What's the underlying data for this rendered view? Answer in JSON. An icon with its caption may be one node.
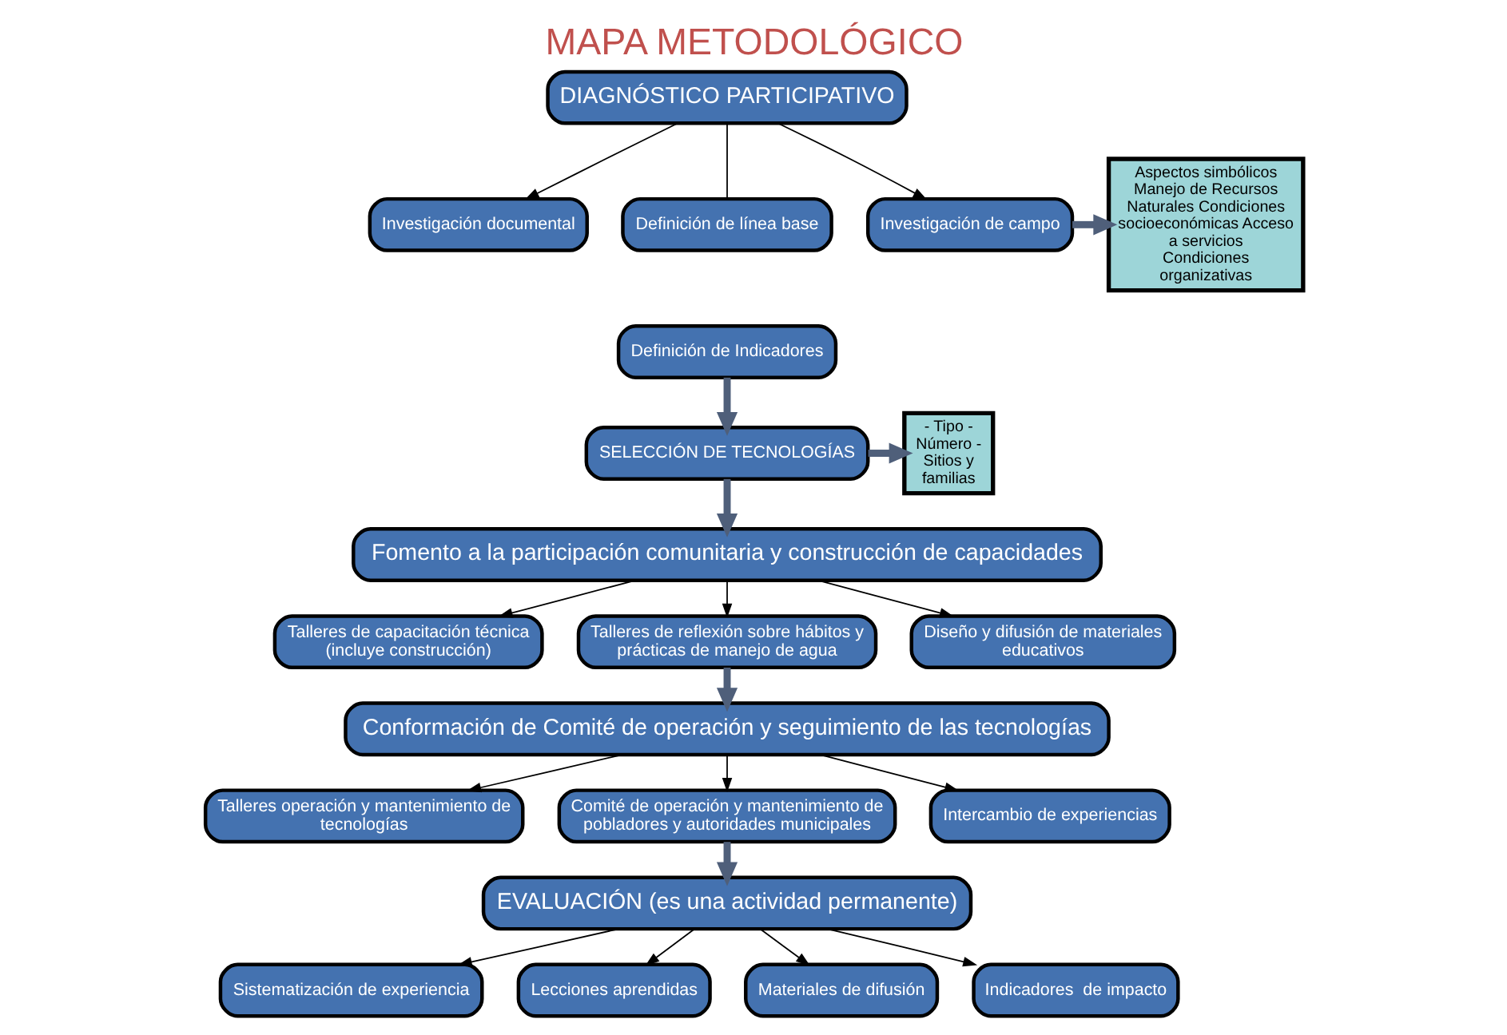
{
  "diagram": {
    "title": "MAPA METODOLÓGICO",
    "nodes": [
      {
        "text": [
          "DIAGNÓSTICO PARTICIPATIVO"
        ]
      },
      {
        "text": [
          "Investigación documental"
        ]
      },
      {
        "text": [
          "Definición de línea base"
        ]
      },
      {
        "text": [
          "Definición de Indicadores"
        ]
      },
      {
        "text": [
          "Investigación de campo"
        ]
      },
      {
        "text": [
          "Aspectos simbólicos Manejo de Recursos Naturales Condiciones socioeconómicas Acceso a servicios Condiciones organizativas"
        ]
      },
      {
        "text": [
          "SELECCIÓN DE TECNOLOGÍAS"
        ]
      },
      {
        "text": [
          "- Tipo - Número - Sitios y familias"
        ]
      },
      {
        "text": [
          "Fomento a la participación comunitaria y construcción de capacidades"
        ]
      },
      {
        "text": [
          "Talleres de capacitación técnica (incluye construcción)"
        ]
      },
      {
        "text": [
          "Talleres de reflexión sobre hábitos y prácticas de manejo de agua"
        ]
      },
      {
        "text": [
          "Diseño y difusión de materiales educativos"
        ]
      },
      {
        "text": [
          "Conformación de Comité de operación y seguimiento de las tecnologías"
        ]
      },
      {
        "text": [
          "Talleres operación y mantenimiento de tecnologías"
        ]
      },
      {
        "text": [
          "Comité de operación y mantenimiento de pobladores y autoridades municipales"
        ]
      },
      {
        "text": [
          "Intercambio de experiencias"
        ]
      },
      {
        "text": [
          "EVALUACIÓN (es una actividad permanente)"
        ]
      },
      {
        "text": [
          "Sistematización de experiencia"
        ]
      },
      {
        "text": [
          "Lecciones aprendidas"
        ]
      },
      {
        "text": [
          "Materiales de difusión"
        ]
      },
      {
        "text": [
          "Indicadores  de impacto"
        ]
      }
    ],
    "edges": [
      {
        "from": 0,
        "to": 1,
        "arrow": "to"
      },
      {
        "from": 0,
        "to": 2,
        "arrow": "none"
      },
      {
        "from": 0,
        "to": 4,
        "arrow": "to"
      },
      {
        "from": 4,
        "to": 5,
        "arrow": "to",
        "style": "thick",
        "color": "#4f5f7a"
      },
      {
        "from": 3,
        "to": 6,
        "arrow": "to",
        "style": "thick",
        "color": "#4f5f7a"
      },
      {
        "from": 6,
        "to": 7,
        "arrow": "to",
        "style": "thick",
        "color": "#4f5f7a"
      },
      {
        "from": 6,
        "to": 8,
        "arrow": "to",
        "style": "thick",
        "color": "#4f5f7a"
      },
      {
        "from": 8,
        "to": 9,
        "arrow": "to"
      },
      {
        "from": 8,
        "to": 10,
        "arrow": "to"
      },
      {
        "from": 8,
        "to": 11,
        "arrow": "to"
      },
      {
        "from": 10,
        "to": 12,
        "arrow": "to",
        "style": "thick",
        "color": "#4f5f7a"
      },
      {
        "from": 12,
        "to": 13,
        "arrow": "to"
      },
      {
        "from": 12,
        "to": 14,
        "arrow": "to"
      },
      {
        "from": 12,
        "to": 15,
        "arrow": "to"
      },
      {
        "from": 14,
        "to": 16,
        "arrow": "to",
        "style": "thick",
        "color": "#4f5f7a"
      },
      {
        "from": 16,
        "to": 17,
        "arrow": "to"
      },
      {
        "from": 16,
        "to": 18,
        "arrow": "to"
      },
      {
        "from": 16,
        "to": 19,
        "arrow": "to"
      },
      {
        "from": 16,
        "to": 20,
        "arrow": "to"
      }
    ]
  }
}
